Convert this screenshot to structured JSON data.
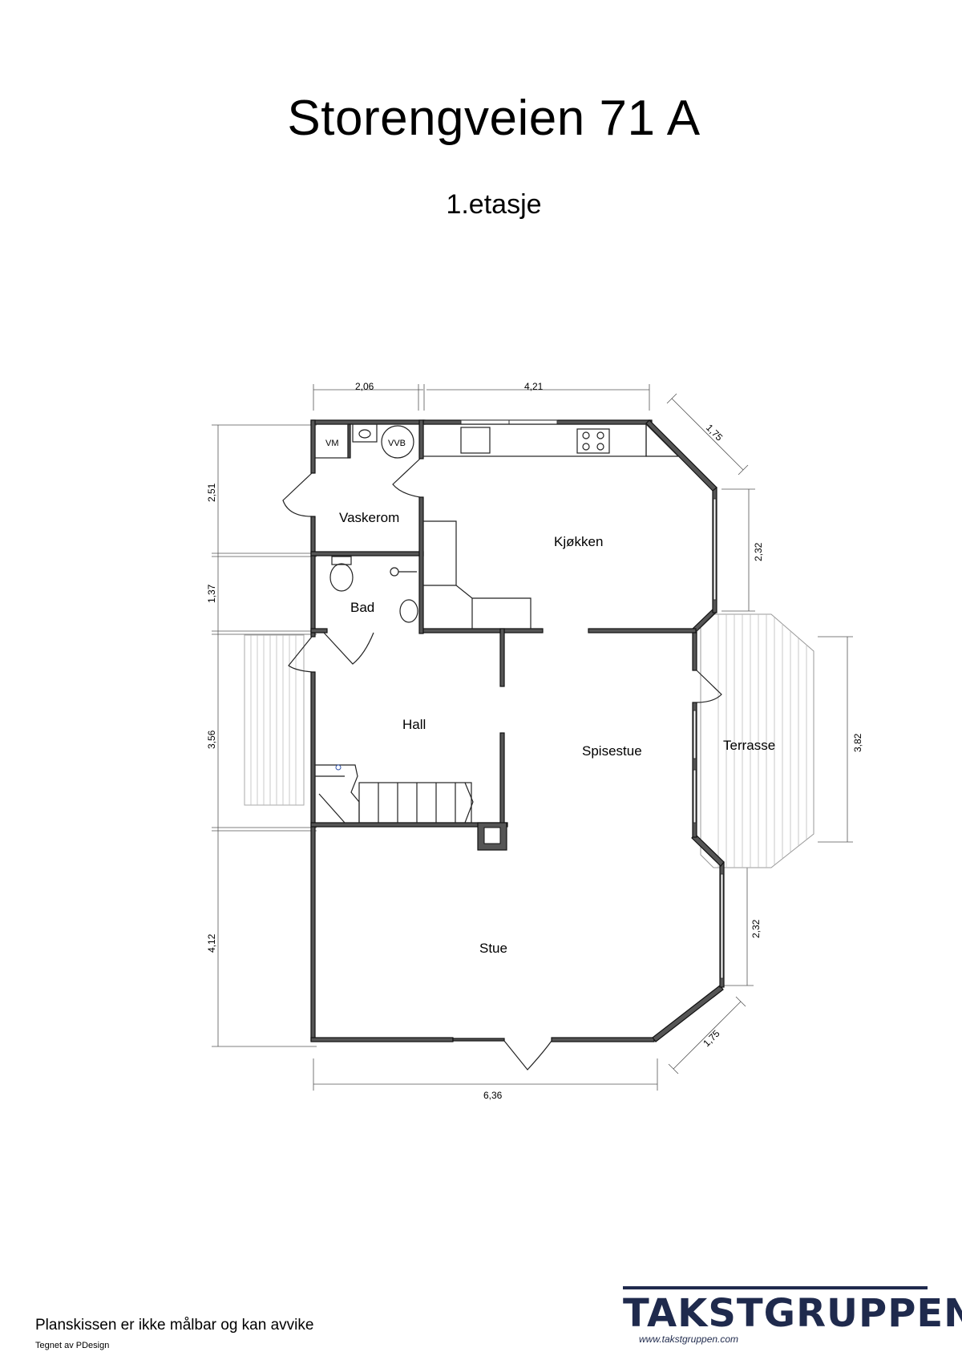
{
  "header": {
    "title": "Storengveien 71 A",
    "subtitle": "1.etasje"
  },
  "rooms": {
    "vaskerom": "Vaskerom",
    "bad": "Bad",
    "kjokken": "Kjøkken",
    "hall": "Hall",
    "spisestue": "Spisestue",
    "terrasse": "Terrasse",
    "stue": "Stue"
  },
  "fixtures": {
    "vm": "VM",
    "vvb": "VVB"
  },
  "dimensions": {
    "top_left": "2,06",
    "top_right": "4,21",
    "diag_top": "1,75",
    "right_upper": "2,32",
    "terrace": "3,82",
    "right_lower": "2,32",
    "diag_bottom": "1,75",
    "bottom": "6,36",
    "left_1": "2,51",
    "left_2": "1,37",
    "left_3": "3,56",
    "left_4": "4,12"
  },
  "footer": {
    "disclaimer": "Planskissen er ikke målbar og kan avvike",
    "credit": "Tegnet av PDesign"
  },
  "logo": {
    "name": "TAKSTGRUPPEN",
    "url": "www.takstgruppen.com",
    "color": "#1f2a4d"
  }
}
